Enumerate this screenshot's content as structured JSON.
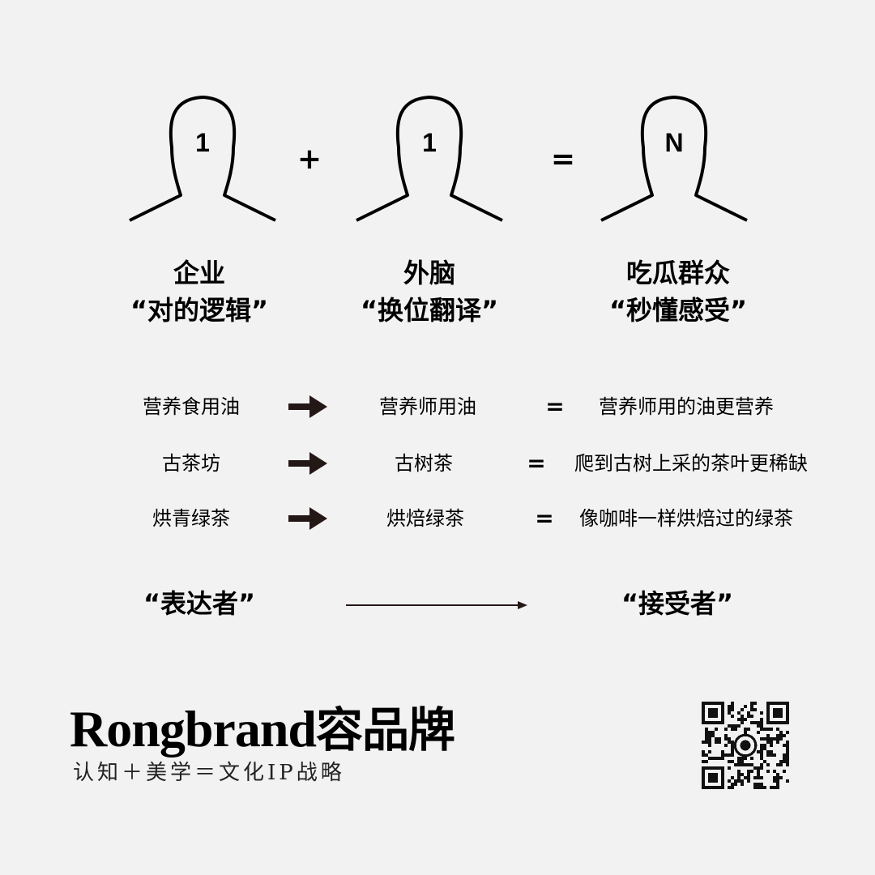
{
  "heads": [
    {
      "number": "1",
      "operator": "+"
    },
    {
      "number": "1",
      "operator": "="
    },
    {
      "number": "N",
      "operator": ""
    }
  ],
  "labels": [
    {
      "title": "企业",
      "subtitle": "“对的逻辑”"
    },
    {
      "title": "外脑",
      "subtitle": "“换位翻译”"
    },
    {
      "title": "吃瓜群众",
      "subtitle": "“秒懂感受”"
    }
  ],
  "rows": [
    {
      "from": "营养食用油",
      "to": "营养师用油",
      "equals": "=",
      "result": "营养师用的油更营养"
    },
    {
      "from": "古茶坊",
      "to": "古树茶",
      "equals": "=",
      "result": "爬到古树上采的茶叶更稀缺"
    },
    {
      "from": "烘青绿茶",
      "to": "烘焙绿茶",
      "equals": "=",
      "result": "像咖啡一样烘焙过的绿茶"
    }
  ],
  "roles": {
    "left": "“表达者”",
    "right": "“接受者”"
  },
  "brand": {
    "name_latin": "Rongbrand",
    "name_cn": "容品牌",
    "tagline": "认知＋美学＝文化IP战略"
  },
  "icons": {
    "head": "person-head-outline-icon",
    "arrow": "right-arrow-icon",
    "qr": "qr-code-icon"
  }
}
